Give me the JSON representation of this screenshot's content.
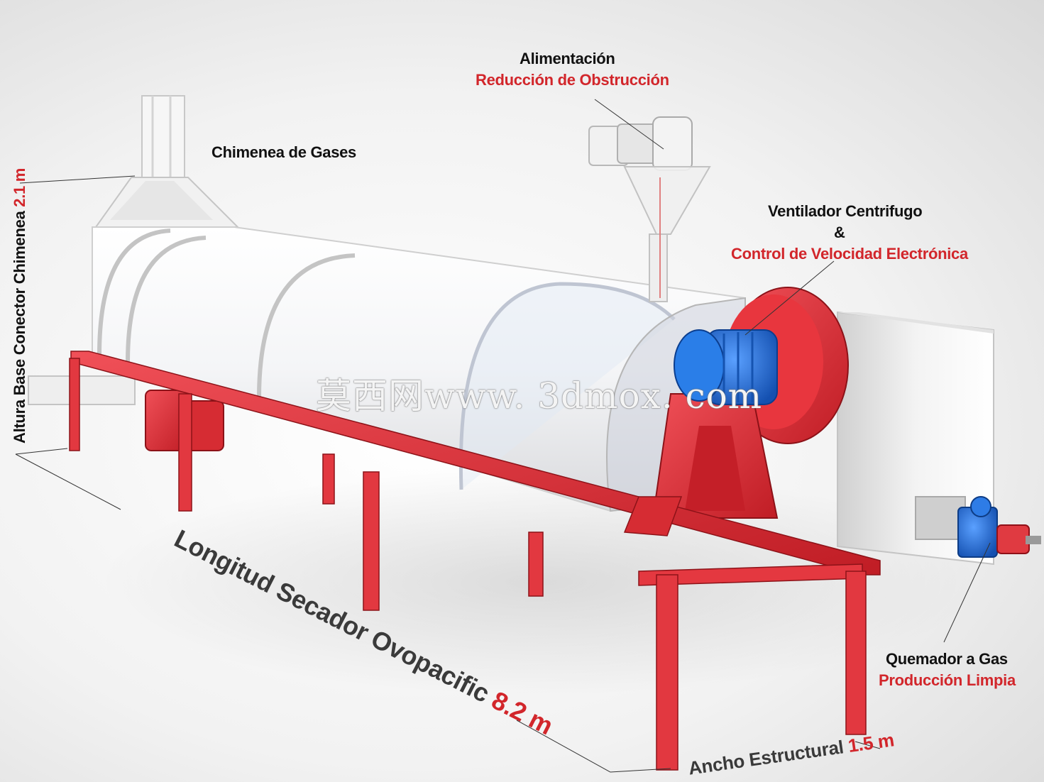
{
  "labels": {
    "feed": {
      "title": "Alimentación",
      "subtitle": "Reducción de Obstrucción"
    },
    "chimney": {
      "title": "Chimenea de Gases"
    },
    "fan": {
      "title": "Ventilador Centrifugo",
      "amp": "&",
      "subtitle": "Control de Velocidad Electrónica"
    },
    "burner": {
      "title": "Quemador a Gas",
      "subtitle": "Producción Limpia"
    },
    "chimney_height": {
      "text": "Altura Base Conector Chimenea",
      "value": "2.1 m"
    },
    "length": {
      "text": "Longitud Secador Ovopacific",
      "value": "8.2 m"
    },
    "width": {
      "text": "Ancho Estructural",
      "value": "1.5 m"
    }
  },
  "watermark": "莫西网www. 3dmox. com",
  "colors": {
    "frame": "#e3343c",
    "frame_dark": "#a8161d",
    "motor": "#1f6fd6",
    "label_red": "#d2262b",
    "label_black": "#111111"
  }
}
